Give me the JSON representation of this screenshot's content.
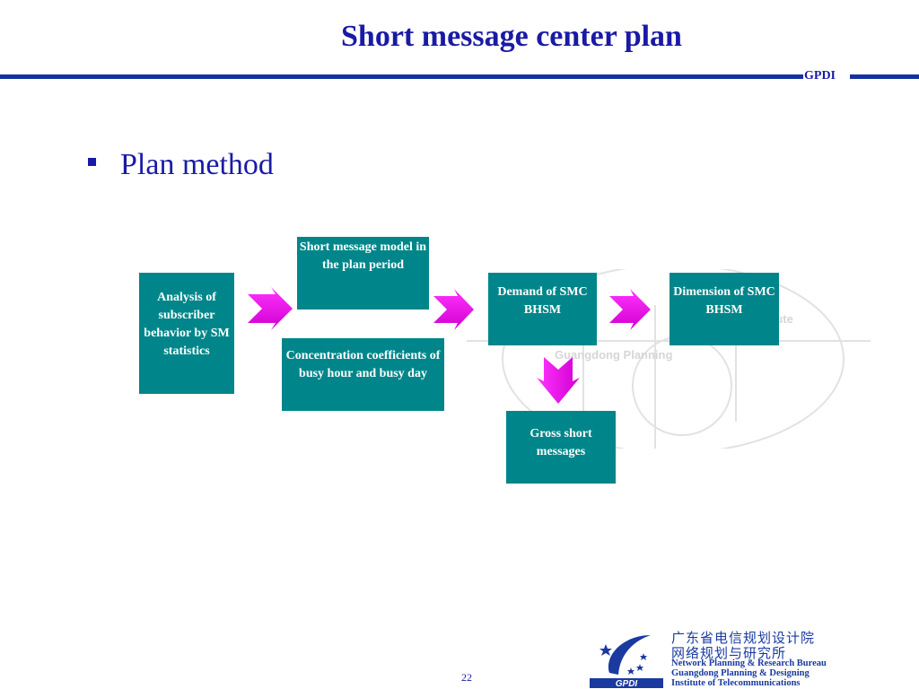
{
  "slide": {
    "title": "Short message center plan",
    "brand": "GPDI",
    "bullet_heading": "Plan method",
    "page_number": "22"
  },
  "diagram": {
    "nodes": {
      "analysis": "Analysis of subscriber behavior by SM statistics",
      "sm_model": "Short message model in the plan period",
      "concentration": "Concentration coefficients of busy hour and busy day",
      "demand": "Demand of SMC BHSM",
      "dimension": "Dimension of SMC BHSM",
      "gross": "Gross short messages"
    },
    "edges": [
      {
        "from": "analysis",
        "to": "sm_model"
      },
      {
        "from": "sm_model",
        "to": "demand"
      },
      {
        "from": "demand",
        "to": "dimension"
      },
      {
        "from": "demand",
        "to": "gross"
      }
    ],
    "colors": {
      "box_fill": "#00868a",
      "arrow_fill": "#ff00ff"
    }
  },
  "watermark": {
    "line1": "Guangdong Planning",
    "line2": "tute"
  },
  "logo": {
    "cn_line1": "广东省电信规划设计院",
    "cn_line2": "网络规划与研究所",
    "en_line1": "Network Planning & Research Bureau",
    "en_line2": "Guangdong Planning & Designing",
    "en_line3": "Institute of Telecommunications",
    "mark_text": "GPDI"
  }
}
